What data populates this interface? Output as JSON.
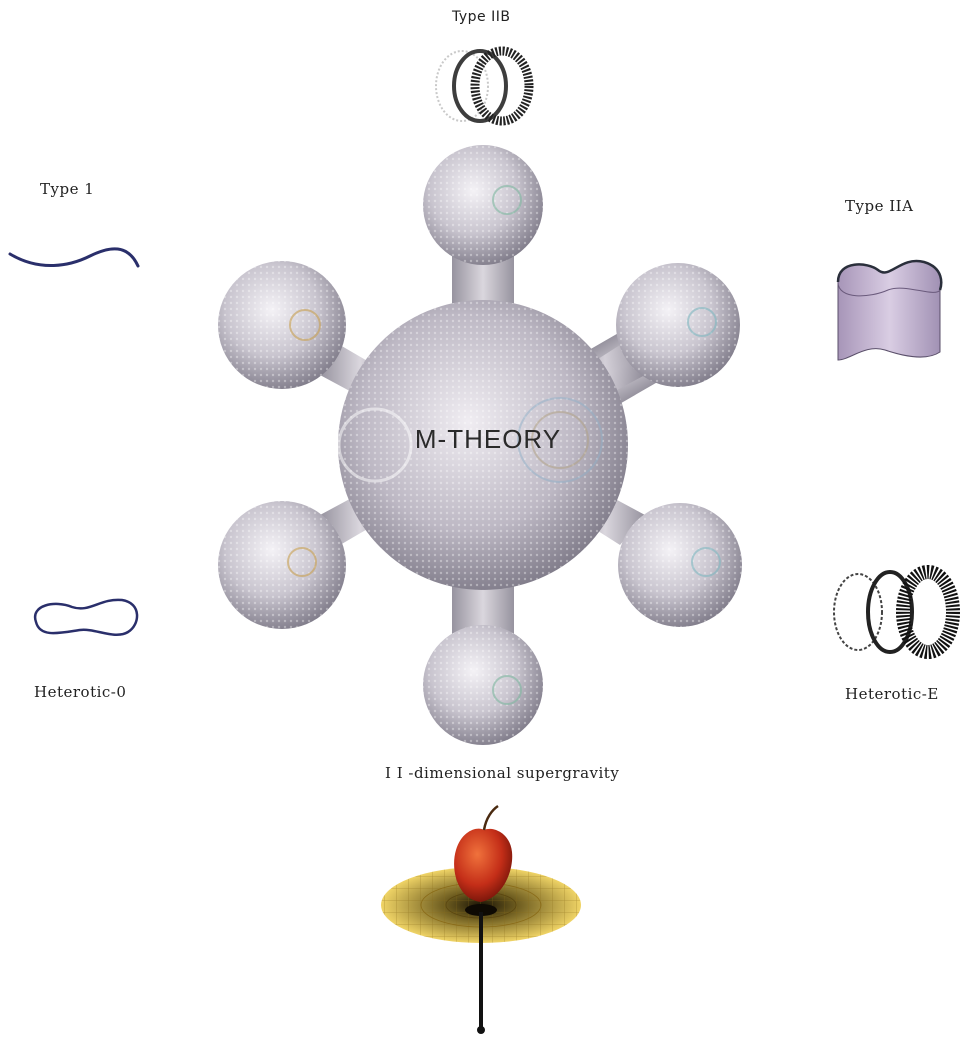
{
  "labels": {
    "type_iib": "Type IIB",
    "type_1": "Type 1",
    "type_iia": "Type IIA",
    "heterotic_0": "Heterotic-0",
    "heterotic_e": "Heterotic-E",
    "supergravity": "I I -dimensional supergravity",
    "center": "M-THEORY"
  },
  "colors": {
    "sphere_light": "#e9e6ec",
    "sphere_dark": "#8a8794",
    "string_blue": "#2a2f6b",
    "membrane_fill": "#cdbfd6",
    "apple_red": "#c42e18",
    "grid_yellow": "#e9c94e"
  }
}
